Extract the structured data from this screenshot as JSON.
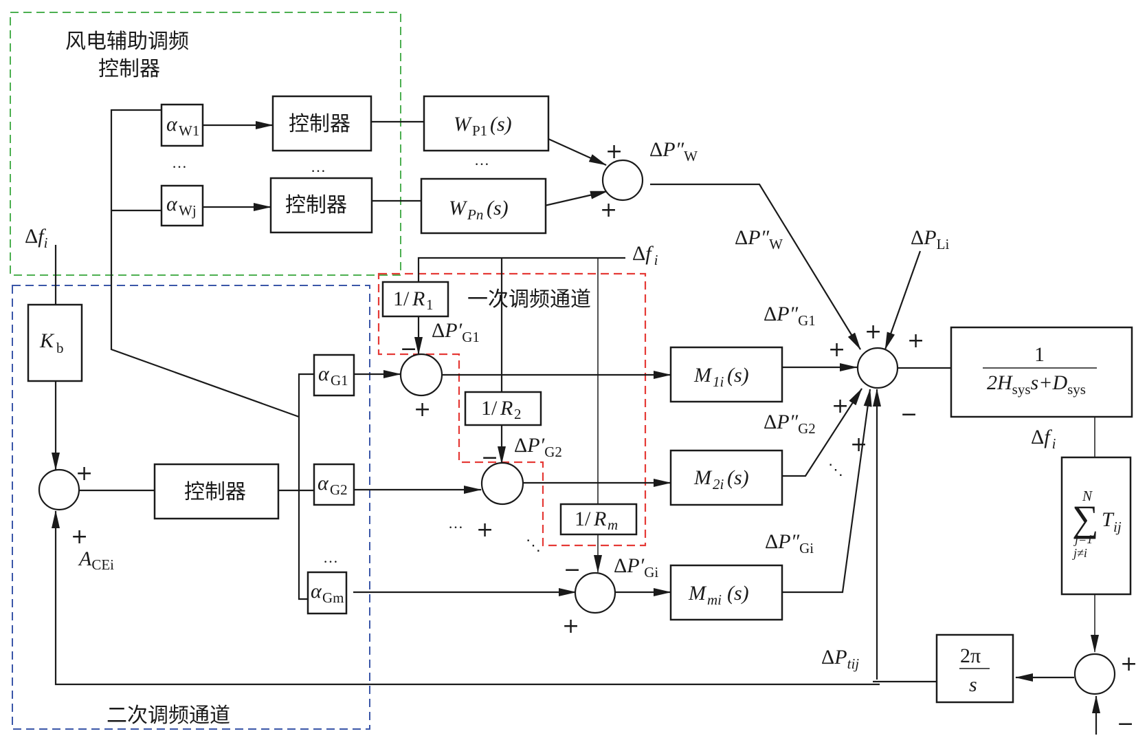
{
  "regions": {
    "wind_controller": {
      "title_line1": "风电辅助调频",
      "title_line2": "控制器",
      "color": "#4caf50"
    },
    "secondary_channel": {
      "title": "二次调频通道",
      "color": "#3a56a8"
    },
    "primary_channel": {
      "title": "一次调频通道",
      "color": "#e53935"
    }
  },
  "blocks": {
    "controller_label": "控制器",
    "alpha_w1": {
      "sym": "α",
      "sub": "W1"
    },
    "alpha_wj": {
      "sym": "α",
      "sub": "Wj"
    },
    "wp1": {
      "sym": "W",
      "sub": "P1",
      "arg": "(s)"
    },
    "wpn": {
      "sym": "W",
      "sub": "Pn",
      "arg": "(s)"
    },
    "kb": {
      "sym": "K",
      "sub": "b"
    },
    "r1": {
      "num": "1/",
      "sym": "R",
      "sub": "1"
    },
    "r2": {
      "num": "1/",
      "sym": "R",
      "sub": "2"
    },
    "rm": {
      "num": "1/",
      "sym": "R",
      "sub": "m"
    },
    "alpha_g1": {
      "sym": "α",
      "sub": "G1"
    },
    "alpha_g2": {
      "sym": "α",
      "sub": "G2"
    },
    "alpha_gm": {
      "sym": "α",
      "sub": "Gm"
    },
    "m1i": {
      "sym": "M",
      "sub": "1i",
      "arg": " (s)"
    },
    "m2i": {
      "sym": "M",
      "sub": "2i",
      "arg": " (s)"
    },
    "mmi": {
      "sym": "M",
      "sub": "mi",
      "arg": " (s)"
    },
    "plant": {
      "numerator": "1",
      "den_a": "2H",
      "den_a_sub": "sys",
      "den_b": "s+D",
      "den_b_sub": "sys"
    },
    "tie": {
      "sum_sym": "∑",
      "upper": "N",
      "lower1": "j=1",
      "lower2": "j≠i",
      "term": "T",
      "term_sub": "ij"
    },
    "integrator": {
      "numerator": "2π",
      "denominator": "s"
    }
  },
  "signals": {
    "df_i": {
      "delta": "Δ",
      "sym": "f",
      "sub": "i"
    },
    "dpw": {
      "delta": "Δ",
      "sym": "P″",
      "sub": "W"
    },
    "dpl": {
      "delta": "Δ",
      "sym": "P",
      "sub": "Li"
    },
    "dpg1_prime": {
      "delta": "Δ",
      "sym": "P′",
      "sub": "G1"
    },
    "dpg2_prime": {
      "delta": "Δ",
      "sym": "P′",
      "sub": "G2"
    },
    "dpgi_prime": {
      "delta": "Δ",
      "sym": "P′",
      "sub": "Gi"
    },
    "dpg1_dprime": {
      "delta": "Δ",
      "sym": "P″",
      "sub": "G1"
    },
    "dpg2_dprime": {
      "delta": "Δ",
      "sym": "P″",
      "sub": "G2"
    },
    "dpgi_dprime": {
      "delta": "Δ",
      "sym": "P″",
      "sub": "Gi"
    },
    "dptij": {
      "delta": "Δ",
      "sym": "P",
      "sub": "tij"
    },
    "ace": {
      "sym": "A",
      "sub": "CEi"
    }
  },
  "signs": {
    "plus": "+",
    "minus": "−"
  },
  "ellipsis": {
    "h": "…",
    "diag": "⋱"
  }
}
